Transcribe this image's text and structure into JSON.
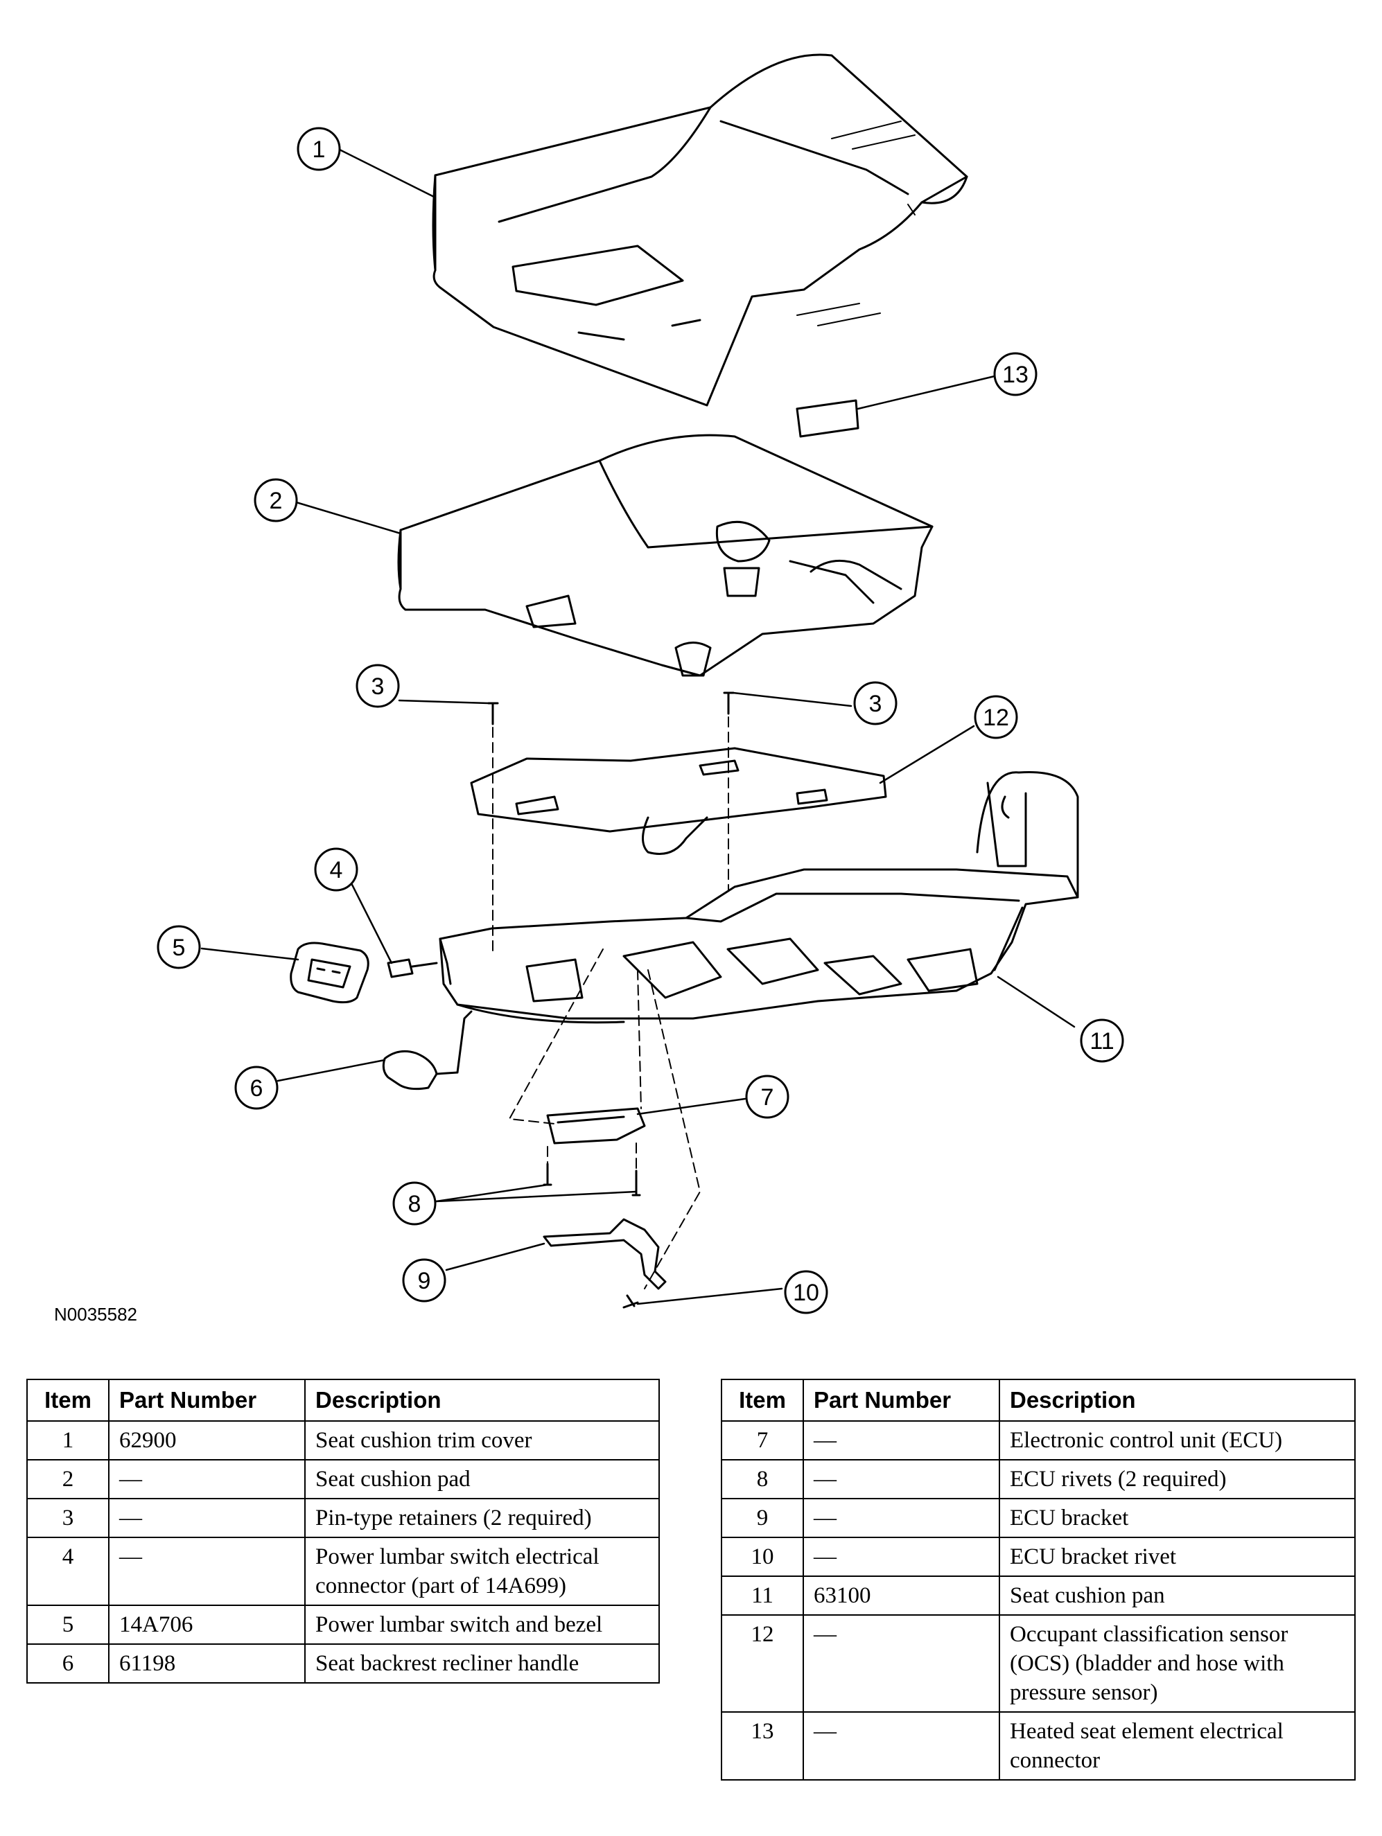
{
  "figure_id": "N0035582",
  "callouts": [
    {
      "n": "1"
    },
    {
      "n": "13"
    },
    {
      "n": "2"
    },
    {
      "n": "3"
    },
    {
      "n": "3"
    },
    {
      "n": "12"
    },
    {
      "n": "4"
    },
    {
      "n": "5"
    },
    {
      "n": "11"
    },
    {
      "n": "6"
    },
    {
      "n": "7"
    },
    {
      "n": "8"
    },
    {
      "n": "9"
    },
    {
      "n": "10"
    }
  ],
  "table_headers": {
    "item": "Item",
    "part_number": "Part Number",
    "description": "Description"
  },
  "parts_left": [
    {
      "item": "1",
      "part": "62900",
      "desc": "Seat cushion trim cover"
    },
    {
      "item": "2",
      "part": "—",
      "desc": "Seat cushion pad"
    },
    {
      "item": "3",
      "part": "—",
      "desc": "Pin-type retainers (2 required)"
    },
    {
      "item": "4",
      "part": "—",
      "desc": "Power lumbar switch electrical connector (part of 14A699)"
    },
    {
      "item": "5",
      "part": "14A706",
      "desc": "Power lumbar switch and bezel"
    },
    {
      "item": "6",
      "part": "61198",
      "desc": "Seat backrest recliner handle"
    }
  ],
  "parts_right": [
    {
      "item": "7",
      "part": "—",
      "desc": "Electronic control unit (ECU)"
    },
    {
      "item": "8",
      "part": "—",
      "desc": "ECU rivets (2 required)"
    },
    {
      "item": "9",
      "part": "—",
      "desc": "ECU bracket"
    },
    {
      "item": "10",
      "part": "—",
      "desc": "ECU bracket rivet"
    },
    {
      "item": "11",
      "part": "63100",
      "desc": "Seat cushion pan"
    },
    {
      "item": "12",
      "part": "—",
      "desc": "Occupant classification sensor (OCS) (bladder and hose with pressure sensor)"
    },
    {
      "item": "13",
      "part": "—",
      "desc": "Heated seat element electrical connector"
    }
  ]
}
